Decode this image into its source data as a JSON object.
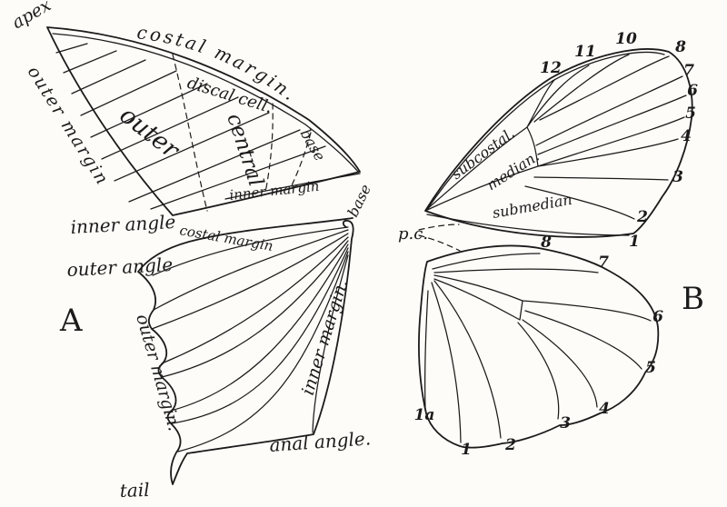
{
  "colors": {
    "ink": "#1b1b1b",
    "paper": "#fdfcf8"
  },
  "panels": {
    "a": "A",
    "b": "B"
  },
  "labels_a": {
    "apex": "apex",
    "costal_margin": "costal margin.",
    "discal_cell": "discal cell.",
    "base_forewing": "base",
    "outer_margin": "outer margin",
    "outer_region": "outer",
    "central_region": "central",
    "inner_margin": "inner margin",
    "inner_angle": "inner angle",
    "costal_margin_hind": "costal margin",
    "base_hindwing": "base",
    "outer_angle": "outer angle",
    "outer_margin_hind": "outer margin.",
    "inner_margin_hind": "inner margin.",
    "anal_angle": "anal angle.",
    "tail": "tail"
  },
  "labels_b": {
    "pc": "p.c.",
    "subcostal": "subcostal.",
    "median": "median.",
    "submedian": "submedian"
  },
  "forewing_numbers": [
    "12",
    "11",
    "10",
    "8",
    "7",
    "6",
    "5",
    "4",
    "3",
    "2",
    "1"
  ],
  "hindwing_numbers": [
    "8",
    "7",
    "6",
    "5",
    "4",
    "3",
    "2",
    "1",
    "1a"
  ]
}
